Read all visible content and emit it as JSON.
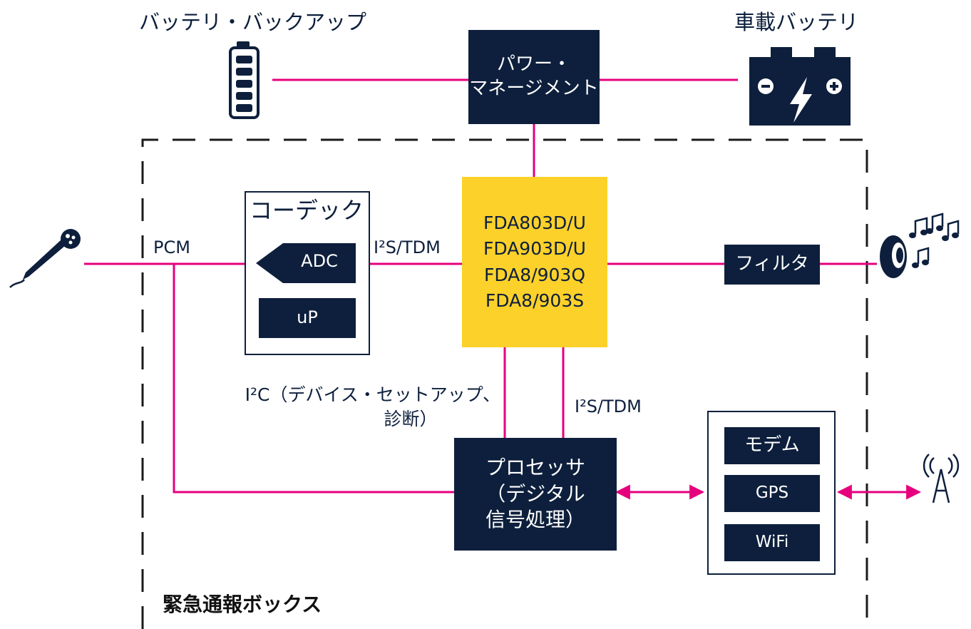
{
  "labels": {
    "backup_battery": "バッテリ・バックアップ",
    "car_battery": "車載バッテリ",
    "pcm": "PCM",
    "i2s_top": "I²S/TDM",
    "i2s_bottom": "I²S/TDM",
    "i2c_line1": "I²C（デバイス・セットアップ、",
    "i2c_line2": "診断）",
    "emergency_box": "緊急通報ボックス"
  },
  "blocks": {
    "power_line1": "パワー・",
    "power_line2": "マネージメント",
    "codec_title": "コーデック",
    "adc": "ADC",
    "up": "uP",
    "filter": "フィルタ",
    "processor_line1": "プロセッサ",
    "processor_line2": "（デジタル",
    "processor_line3": "信号処理）",
    "modem": "モデム",
    "gps": "GPS",
    "wifi": "WiFi"
  },
  "chip_models": [
    "FDA803D/U",
    "FDA903D/U",
    "FDA8/903Q",
    "FDA8/903S"
  ],
  "colors": {
    "navy": "#0d1f3c",
    "magenta": "#e6007e",
    "yellow": "#fcd12a",
    "dash": "#1a1a1a"
  },
  "icons": [
    "battery-icon",
    "car-battery-icon",
    "microphone-icon",
    "speaker-icon",
    "antenna-icon"
  ]
}
